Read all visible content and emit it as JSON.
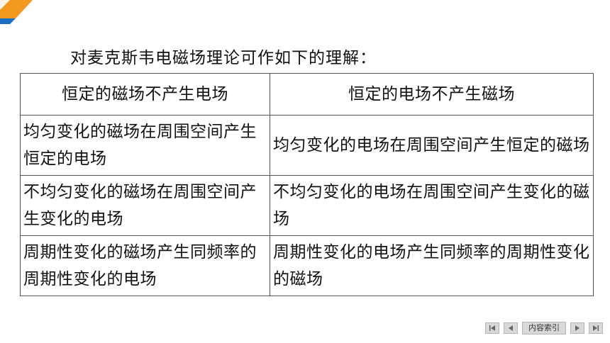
{
  "intro": "对麦克斯韦电磁场理论可作如下的理解：",
  "table": {
    "headers": [
      "恒定的磁场不产生电场",
      "恒定的电场不产生磁场"
    ],
    "rows": [
      [
        "均匀变化的磁场在周围空间产生恒定的电场",
        "均匀变化的电场在周围空间产生恒定的磁场"
      ],
      [
        "不均匀变化的磁场在周围空间产生变化的电场",
        "不均匀变化的电场在周围空间产生变化的磁场"
      ],
      [
        "周期性变化的磁场产生同频率的周期性变化的电场",
        "周期性变化的电场产生同频率的周期性变化的磁场"
      ]
    ]
  },
  "nav": {
    "index_label": "内容索引"
  },
  "colors": {
    "accent_orange": "#f39a1e",
    "accent_blue": "#1b6fc4"
  },
  "icons": [
    "first-page-icon",
    "prev-page-icon",
    "next-page-icon",
    "last-page-icon"
  ]
}
